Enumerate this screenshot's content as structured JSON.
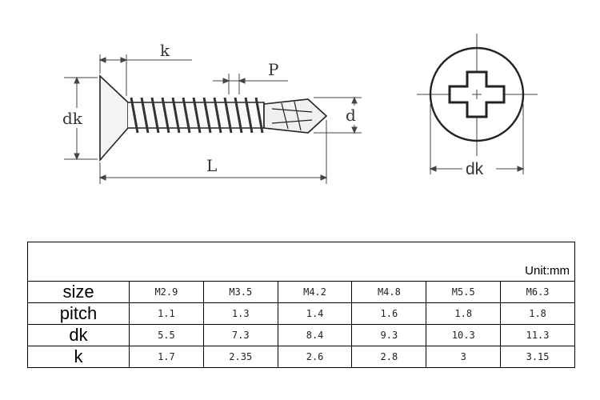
{
  "drawing": {
    "labels": {
      "k": "k",
      "p": "P",
      "dk_side": "dk",
      "d": "d",
      "l": "L",
      "dk_top": "dk"
    }
  },
  "table": {
    "unit": "Unit:mm",
    "rows": [
      {
        "label": "size",
        "values": [
          "M2.9",
          "M3.5",
          "M4.2",
          "M4.8",
          "M5.5",
          "M6.3"
        ]
      },
      {
        "label": "pitch",
        "values": [
          "1.1",
          "1.3",
          "1.4",
          "1.6",
          "1.8",
          "1.8"
        ]
      },
      {
        "label": "dk",
        "values": [
          "5.5",
          "7.3",
          "8.4",
          "9.3",
          "10.3",
          "11.3"
        ]
      },
      {
        "label": "k",
        "values": [
          "1.7",
          "2.35",
          "2.6",
          "2.8",
          "3",
          "3.15"
        ]
      }
    ]
  }
}
